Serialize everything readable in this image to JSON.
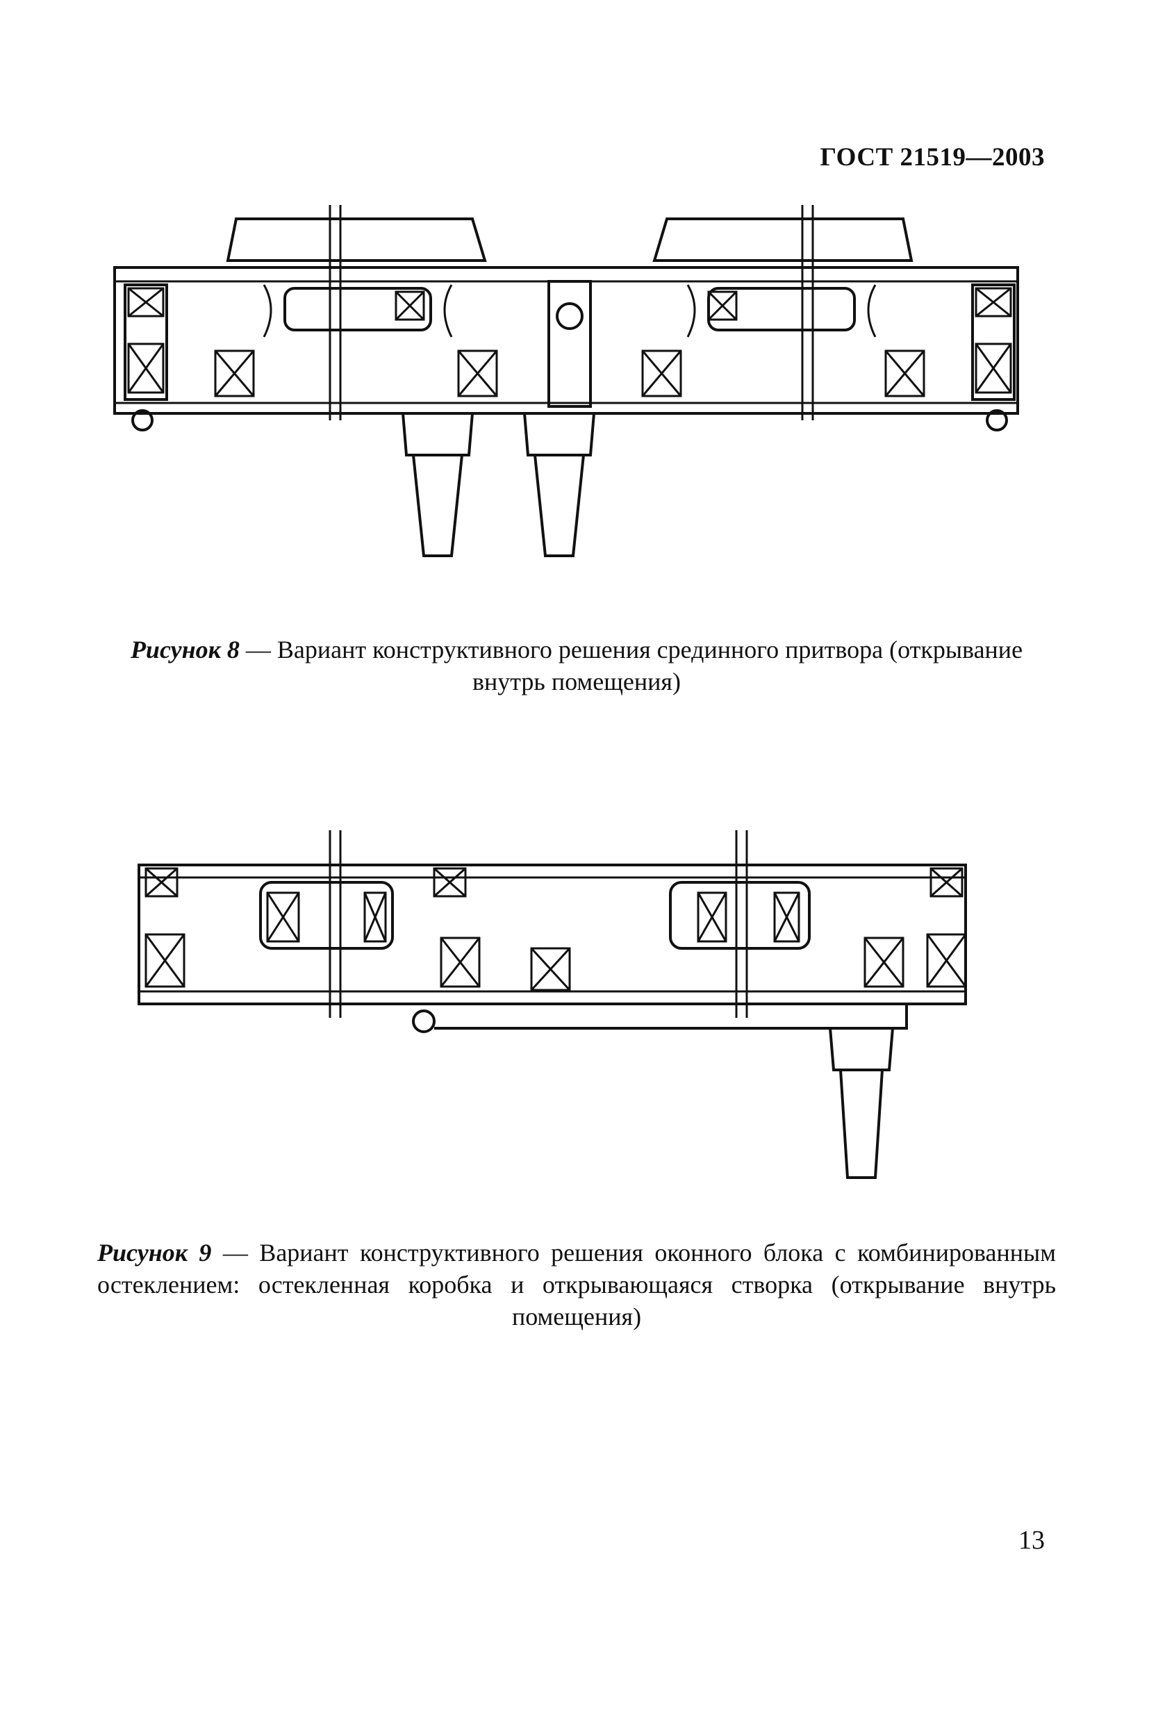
{
  "header": {
    "doc_code": "ГОСТ 21519—2003"
  },
  "figure8": {
    "label": "Рисунок 8",
    "caption_text": " — Вариант конструктивного решения срединного притвора (открывание внутрь помещения)"
  },
  "figure9": {
    "label": "Рисунок 9",
    "caption_text": " — Вариант конструктивного решения оконного блока с комбинированным остеклением: остекленная коробка и открывающаяся створка (открывание внутрь помещения)"
  },
  "footer": {
    "page_number": "13"
  },
  "colors": {
    "ink": "#111111",
    "paper": "#ffffff"
  }
}
